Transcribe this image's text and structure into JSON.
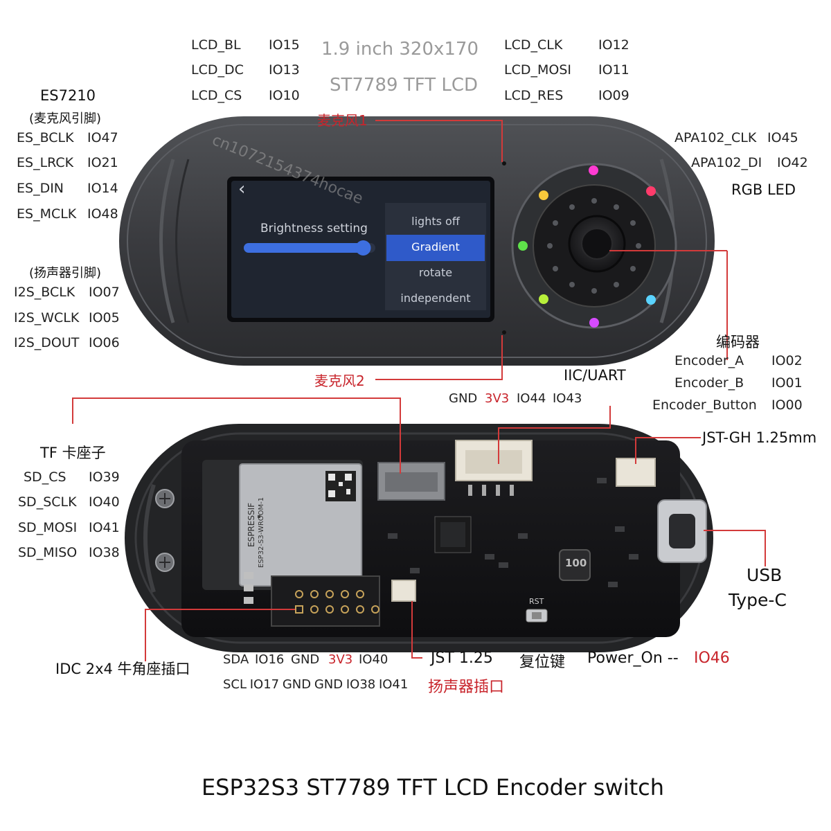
{
  "lcd_title": {
    "line1": "1.9 inch 320x170",
    "line2": "ST7789 TFT LCD"
  },
  "lcd_pins_left": [
    {
      "name": "LCD_BL",
      "io": "IO15"
    },
    {
      "name": "LCD_DC",
      "io": "IO13"
    },
    {
      "name": "LCD_CS",
      "io": "IO10"
    }
  ],
  "lcd_pins_right": [
    {
      "name": "LCD_CLK",
      "io": "IO12"
    },
    {
      "name": "LCD_MOSI",
      "io": "IO11"
    },
    {
      "name": "LCD_RES",
      "io": "IO09"
    }
  ],
  "es7210": {
    "title": "ES7210",
    "subtitle": "(麦克风引脚)",
    "pins": [
      {
        "name": "ES_BCLK",
        "io": "IO47"
      },
      {
        "name": "ES_LRCK",
        "io": "IO21"
      },
      {
        "name": "ES_DIN",
        "io": "IO14"
      },
      {
        "name": "ES_MCLK",
        "io": "IO48"
      }
    ]
  },
  "speaker": {
    "subtitle": "(扬声器引脚)",
    "pins": [
      {
        "name": "I2S_BCLK",
        "io": "IO07"
      },
      {
        "name": "I2S_WCLK",
        "io": "IO05"
      },
      {
        "name": "I2S_DOUT",
        "io": "IO06"
      }
    ]
  },
  "mic1": "麦克风1",
  "mic2": "麦克风2",
  "rgb": {
    "pins": [
      {
        "name": "APA102_CLK",
        "io": "IO45"
      },
      {
        "name": "APA102_DI",
        "io": "IO42"
      }
    ],
    "label": "RGB LED"
  },
  "encoder": {
    "title": "编码器",
    "pins": [
      {
        "name": "Encoder_A",
        "io": "IO02"
      },
      {
        "name": "Encoder_B",
        "io": "IO01"
      },
      {
        "name": "Encoder_Button",
        "io": "IO00"
      }
    ]
  },
  "iic": {
    "title": "IIC/UART",
    "gnd": "GND",
    "v33": "3V3",
    "io44": "IO44",
    "io43": "IO43"
  },
  "jst_gh": "JST-GH 1.25mm",
  "usb": {
    "line1": "USB",
    "line2": "Type-C"
  },
  "tf": {
    "title": "TF 卡座子",
    "pins": [
      {
        "name": "SD_CS",
        "io": "IO39"
      },
      {
        "name": "SD_SCLK",
        "io": "IO40"
      },
      {
        "name": "SD_MOSI",
        "io": "IO41"
      },
      {
        "name": "SD_MISO",
        "io": "IO38"
      }
    ]
  },
  "idc": "IDC 2x4 牛角座插口",
  "bottom_pins": {
    "row1": {
      "a": "SDA",
      "b": "IO16",
      "c": "GND",
      "d": "3V3",
      "e": "IO40"
    },
    "row2": "SCL  IO17  GND GND IO38  IO41"
  },
  "jst125": "JST 1.25",
  "speaker_port": "扬声器插口",
  "reset": "复位键",
  "power": {
    "label": "Power_On --",
    "io": "IO46"
  },
  "screen": {
    "back": "‹",
    "setting": "Brightness setting",
    "menu": [
      "lights off",
      "Gradient",
      "rotate",
      "independent"
    ],
    "brightness": 0.95
  },
  "watermark": "cn1072154374hocae",
  "module_text": "ESPRESSIF",
  "module_model": "ESP32-S3-WROOM-1",
  "inductor_text": "100",
  "rst_text": "RST",
  "footer": "ESP32S3 ST7789 TFT LCD Encoder switch",
  "colors": {
    "accent_red": "#c8242b",
    "screen_bg": "#1f2530",
    "menu_highlight": "#2f5ac9",
    "case": "#3b3c40"
  }
}
